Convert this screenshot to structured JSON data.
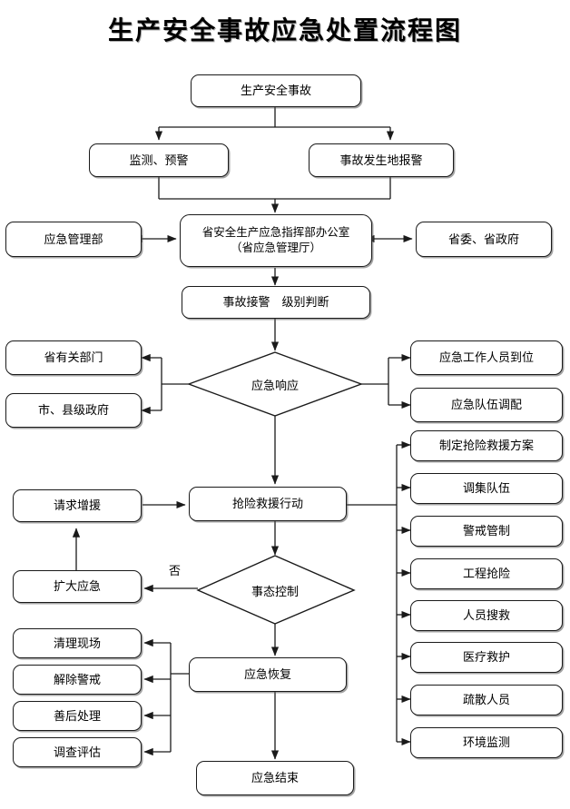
{
  "document": {
    "title": "生产安全事故应急处置流程图",
    "type": "flowchart",
    "language": "zh-CN",
    "colors": {
      "background": "#ffffff",
      "stroke": "#1a1a1a",
      "text": "#000000",
      "shadow": "#5a5a5a"
    }
  },
  "nodes": {
    "incident": {
      "label": "生产安全事故",
      "shape": "rounded-rect"
    },
    "monitor_warning": {
      "label": "监测、预警",
      "shape": "rounded-rect"
    },
    "site_alarm": {
      "label": "事故发生地报警",
      "shape": "rounded-rect"
    },
    "ministry": {
      "label": "应急管理部",
      "shape": "rounded-rect"
    },
    "command_office_line1": "省安全生产应急指挥部办公室",
    "command_office_line2": "（省应急管理厅）",
    "provincial_gov": {
      "label": "省委、省政府",
      "shape": "rounded-rect"
    },
    "alarm_grading": {
      "label": "事故接警　级别判断",
      "shape": "rounded-rect"
    },
    "related_depts": {
      "label": "省有关部门",
      "shape": "rounded-rect"
    },
    "city_county_gov": {
      "label": "市、县级政府",
      "shape": "rounded-rect"
    },
    "emergency_response": {
      "label": "应急响应",
      "shape": "diamond"
    },
    "staff_in_place": {
      "label": "应急工作人员到位",
      "shape": "rounded-rect"
    },
    "team_allocation": {
      "label": "应急队伍调配",
      "shape": "rounded-rect"
    },
    "request_reinforcement": {
      "label": "请求增援",
      "shape": "rounded-rect"
    },
    "rescue_action": {
      "label": "抢险救援行动",
      "shape": "rounded-rect"
    },
    "expand_emergency": {
      "label": "扩大应急",
      "shape": "rounded-rect"
    },
    "situation_controlled": {
      "label": "事态控制",
      "shape": "diamond"
    },
    "recovery": {
      "label": "应急恢复",
      "shape": "rounded-rect"
    },
    "emergency_end": {
      "label": "应急结束",
      "shape": "rounded-rect"
    }
  },
  "rescue_measures": [
    {
      "label": "制定抢险救援方案"
    },
    {
      "label": "调集队伍"
    },
    {
      "label": "警戒管制"
    },
    {
      "label": "工程抢险"
    },
    {
      "label": "人员搜救"
    },
    {
      "label": "医疗救护"
    },
    {
      "label": "疏散人员"
    },
    {
      "label": "环境监测"
    }
  ],
  "recovery_measures": [
    {
      "label": "清理现场"
    },
    {
      "label": "解除警戒"
    },
    {
      "label": "善后处理"
    },
    {
      "label": "调查评估"
    }
  ],
  "edge_labels": {
    "no_branch": "否"
  }
}
